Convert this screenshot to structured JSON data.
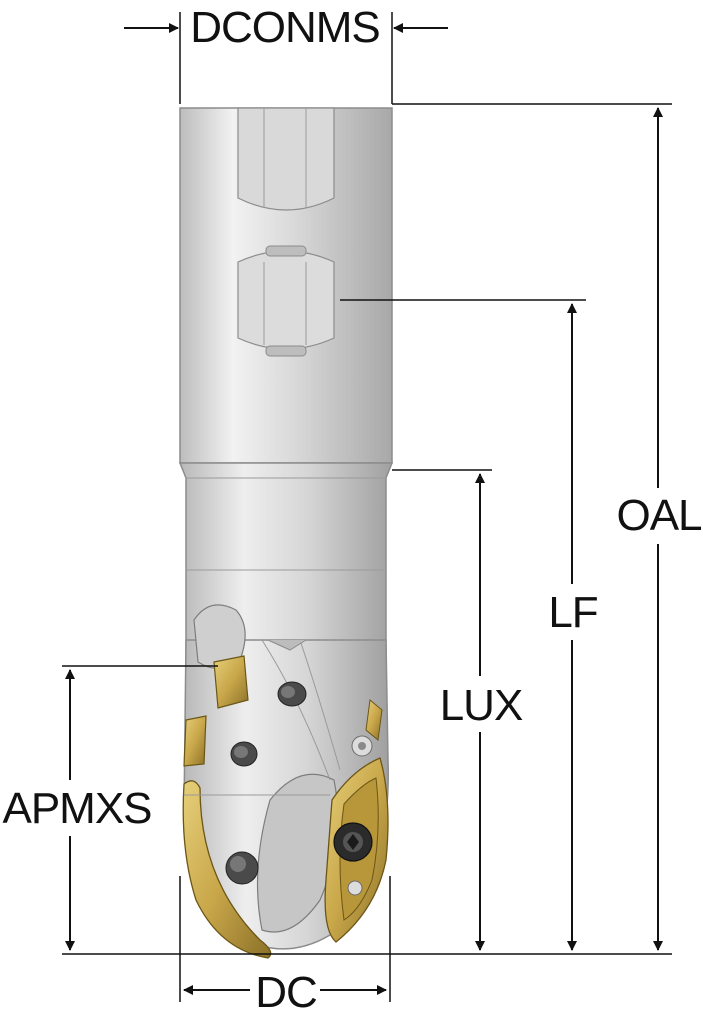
{
  "labels": {
    "dconms": "DCONMS",
    "oal": "OAL",
    "lf": "LF",
    "lux": "LUX",
    "apmxs": "APMXS",
    "dc": "DC"
  },
  "colors": {
    "line": "#111111",
    "body_light": "#e4e4e4",
    "body_mid": "#c9c9c9",
    "body_dark": "#9a9a9a",
    "insert_gold": "#c9a74a",
    "insert_dark": "#7a6420"
  }
}
